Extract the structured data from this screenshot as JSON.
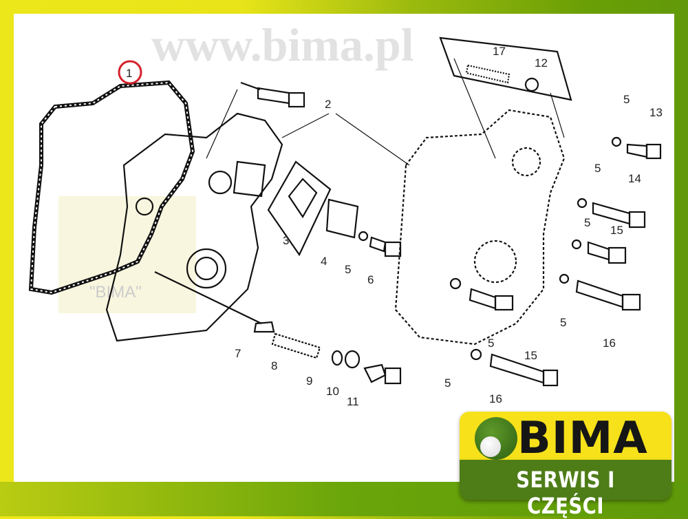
{
  "diagram": {
    "watermark_url": "www.bima.pl",
    "watermark_brand": "\"BIMA\"",
    "highlighted_part": "1",
    "highlight_color": "#d4202a",
    "labels": [
      "1",
      "2",
      "17",
      "12",
      "5",
      "13",
      "5",
      "14",
      "5",
      "15",
      "3",
      "4",
      "5",
      "6",
      "5",
      "16",
      "7",
      "8",
      "9",
      "10",
      "11",
      "5",
      "15",
      "5",
      "16"
    ]
  },
  "logo": {
    "name": "BIMA",
    "tagline": "SERWIS I CZĘŚCI",
    "yellow": "#f6e11a",
    "green": "#4e7d18"
  }
}
